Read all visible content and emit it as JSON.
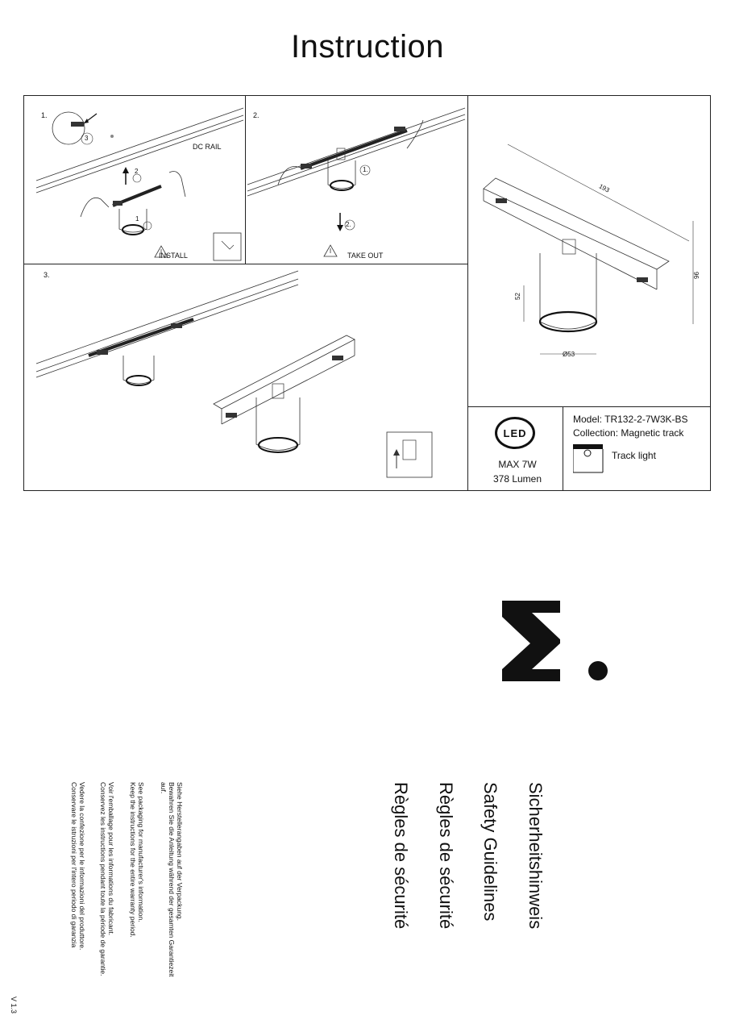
{
  "header": {
    "title": "Instruction"
  },
  "steps": {
    "step1": {
      "num": "1.",
      "rail_label": "DC RAIL",
      "action": "INSTALL",
      "sub1": "1",
      "sub2": "2",
      "sub3": "3"
    },
    "step2": {
      "num": "2.",
      "action": "TAKE OUT",
      "sub1": "1.",
      "sub2": "2."
    },
    "step3": {
      "num": "3."
    }
  },
  "dimensions": {
    "length": "193",
    "height": "96",
    "cyl_height": "52",
    "diameter": "Ø53"
  },
  "badge": {
    "led_text": "LED",
    "power": "MAX 7W",
    "lumen": "378 Lumen"
  },
  "product": {
    "model": "Model: TR132-2-7W3K-BS",
    "collection": "Collection: Magnetic track",
    "type": "Track light"
  },
  "safety": {
    "headings": [
      "Sicherheitshinweis",
      "Safety Guidelines",
      "Règles de sécurité",
      "Règles de sécurité"
    ],
    "texts": [
      "Siehe Herstellerangaben auf der Verpackung.",
      "Bewahren Sie die Anleitung während der gesamten Garantiezeit",
      "auf.",
      "See packaging for manufacturer's information.",
      "Keep the instructions for the entire warranty period.",
      "Voir l'emballage pour les informations du fabricant.",
      "Conservez les instructions pendant toute la période de garantie.",
      "Vedere la confezione per le informazioni del produttore.",
      "Conservare le istruzioni per l'intero periodo di garanzia"
    ]
  },
  "version": "V 1.3"
}
